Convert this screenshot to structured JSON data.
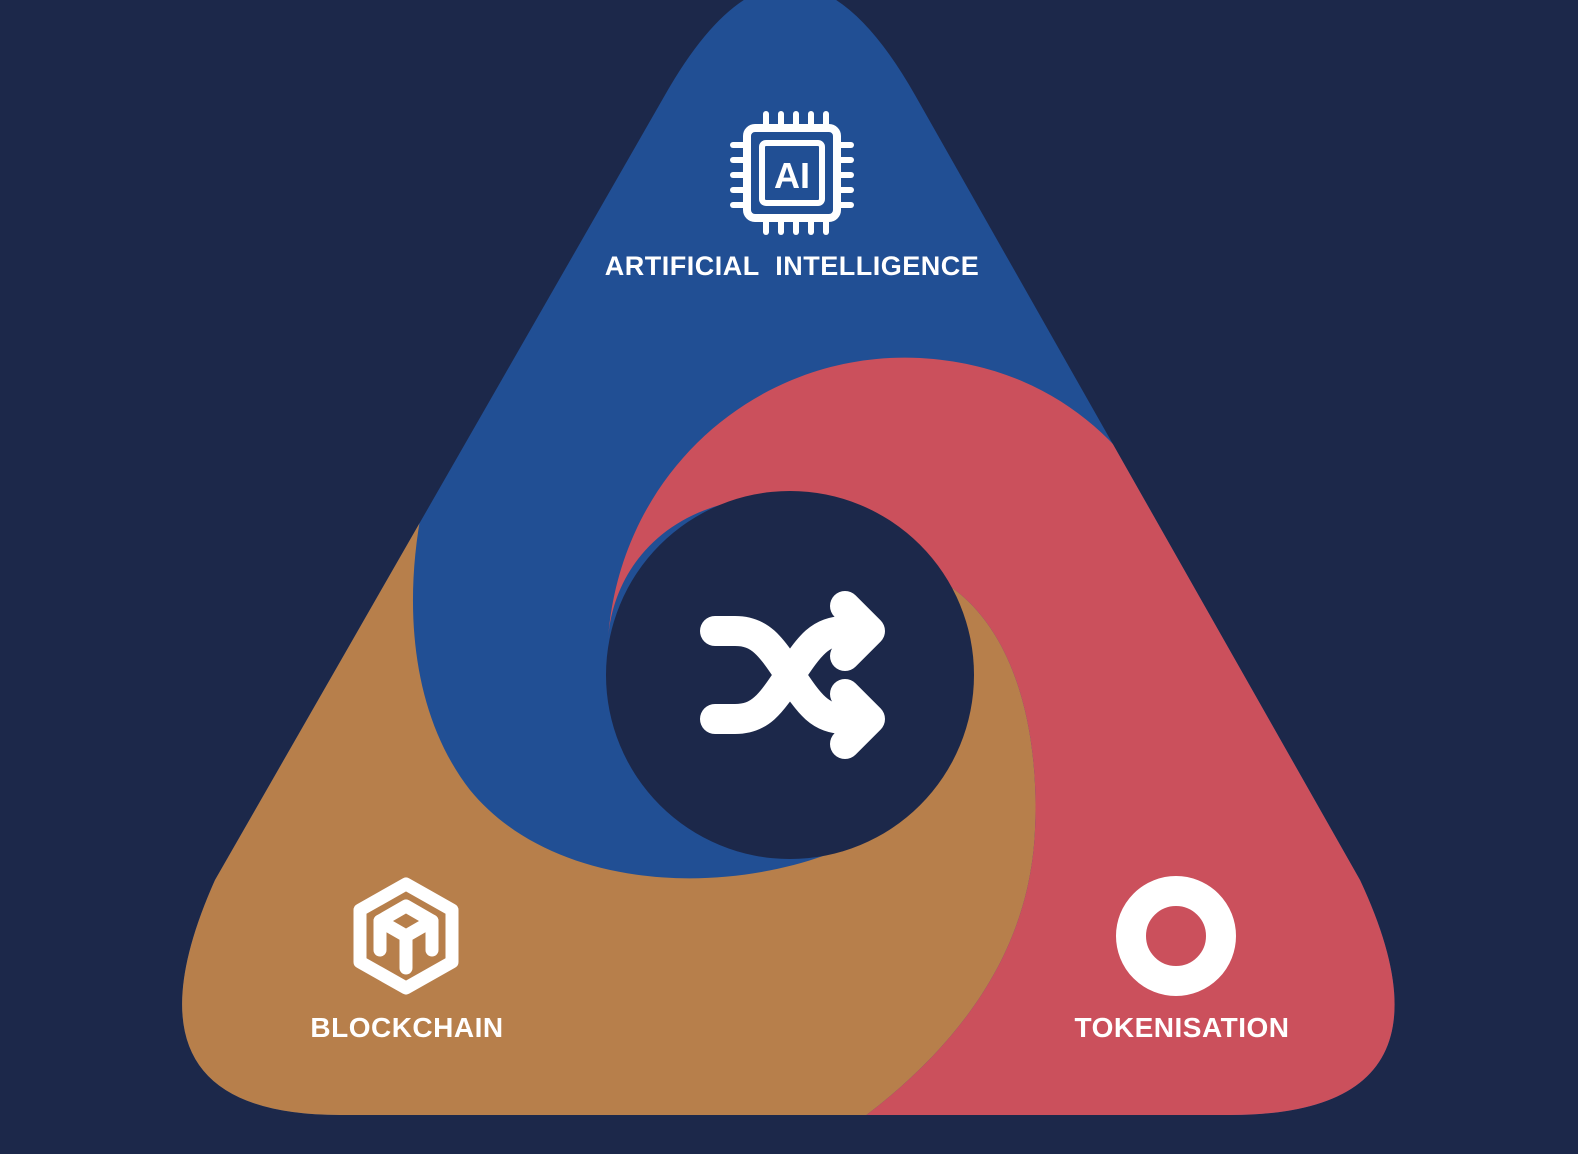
{
  "colors": {
    "background": "#1c284a",
    "ai_segment": "#214f94",
    "tokenisation_segment": "#cb505c",
    "blockchain_segment": "#b77f4b",
    "center": "#1c284a",
    "icon": "#ffffff"
  },
  "segments": {
    "ai": {
      "label": "ARTIFICIAL  INTELLIGENCE",
      "icon_text": "AI",
      "icon": "ai-chip-icon"
    },
    "blockchain": {
      "label": "BLOCKCHAIN",
      "icon": "blockchain-cube-icon"
    },
    "tokenisation": {
      "label": "TOKENISATION",
      "icon": "token-ring-icon"
    }
  },
  "center": {
    "icon": "shuffle-icon"
  }
}
